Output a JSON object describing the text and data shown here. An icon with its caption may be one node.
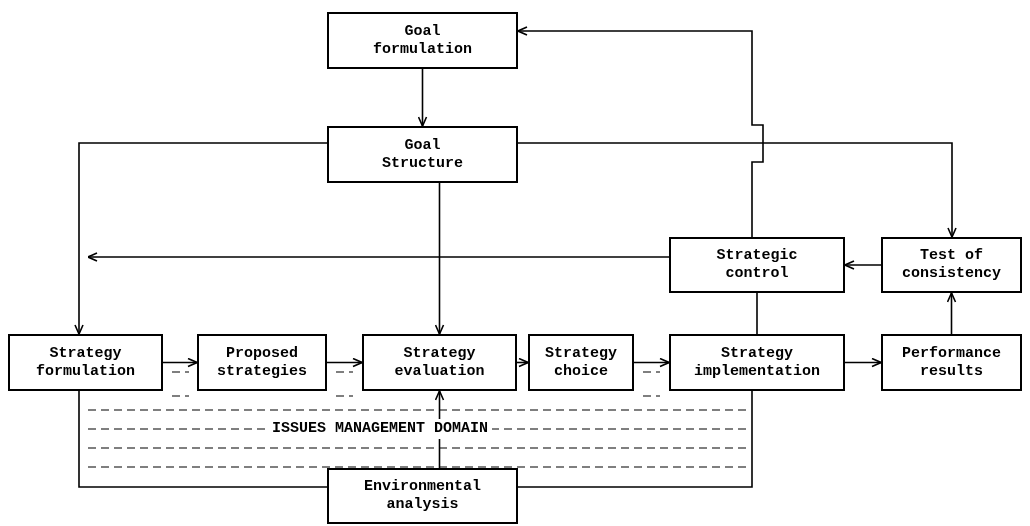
{
  "diagram": {
    "nodes": [
      {
        "text": [
          "Goal formulation"
        ]
      },
      {
        "text": [
          "Goal Structure"
        ]
      },
      {
        "text": [
          "Strategic control"
        ]
      },
      {
        "text": [
          "Test of consistency"
        ]
      },
      {
        "text": [
          "Strategy formulation"
        ]
      },
      {
        "text": [
          "Proposed strategies"
        ]
      },
      {
        "text": [
          "Strategy evaluation"
        ]
      },
      {
        "text": [
          "Strategy choice"
        ]
      },
      {
        "text": [
          "Strategy implementation"
        ]
      },
      {
        "text": [
          "Performance results"
        ]
      },
      {
        "text": [
          "Environmental analysis"
        ]
      }
    ],
    "edges": [
      {
        "from": 0,
        "to": 1,
        "arrow": "to"
      },
      {
        "from": 1,
        "to": 4,
        "arrow": "to"
      },
      {
        "from": 1,
        "to": 6,
        "arrow": "to"
      },
      {
        "from": 1,
        "to": 3,
        "arrow": "to"
      },
      {
        "from": 2,
        "to": 0,
        "arrow": "to"
      },
      {
        "from": 2,
        "to": null,
        "arrow": "to"
      },
      {
        "from": 3,
        "to": 2,
        "arrow": "to"
      },
      {
        "from": 9,
        "to": 3,
        "arrow": "to"
      },
      {
        "from": 4,
        "to": 5,
        "arrow": "to"
      },
      {
        "from": 5,
        "to": 6,
        "arrow": "to"
      },
      {
        "from": 6,
        "to": 7,
        "arrow": "to"
      },
      {
        "from": 7,
        "to": 8,
        "arrow": "to"
      },
      {
        "from": 8,
        "to": 9,
        "arrow": "to"
      },
      {
        "from": 8,
        "to": 2,
        "arrow": "none"
      },
      {
        "from": 10,
        "to": 6,
        "arrow": "to"
      },
      {
        "from": 4,
        "to": 10,
        "arrow": "none"
      },
      {
        "from": 8,
        "to": 10,
        "arrow": "none"
      }
    ],
    "labels": [
      "ISSUES MANAGEMENT DOMAIN"
    ]
  }
}
